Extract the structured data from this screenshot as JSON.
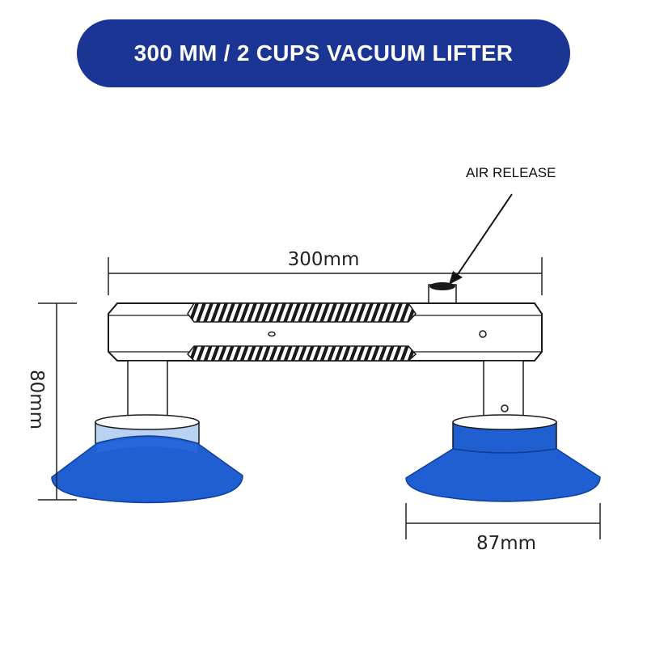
{
  "title": "300 MM / 2 CUPS VACUUM LIFTER",
  "labels": {
    "air_release": "AIR RELEASE",
    "length": "300mm",
    "height": "80mm",
    "cup_diameter": "87mm"
  },
  "colors": {
    "banner": "#1a3594",
    "cup": "#1f5fd1",
    "cup_dark": "#0f3f9e",
    "outline": "#1a1a1a"
  }
}
